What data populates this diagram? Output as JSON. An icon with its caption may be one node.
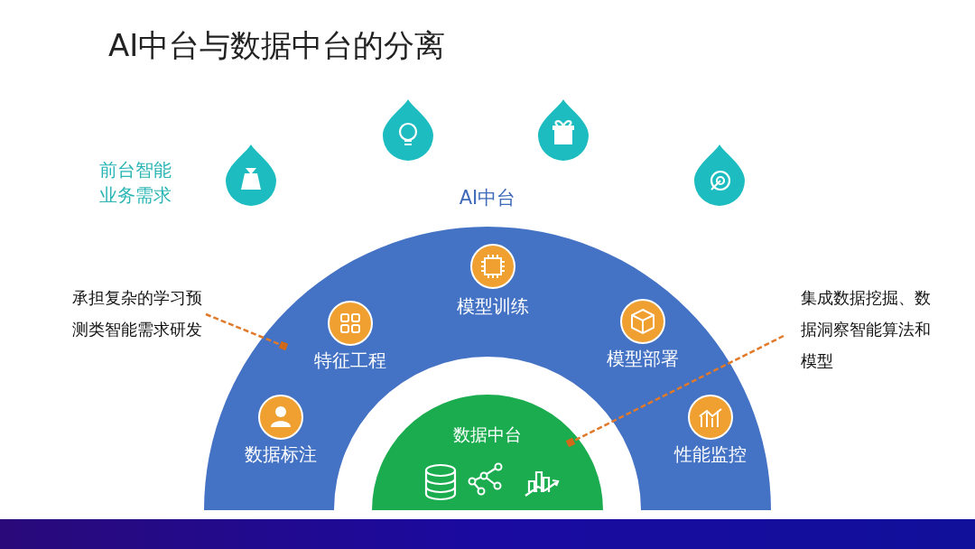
{
  "diagram": {
    "title": "AI中台与数据中台的分离",
    "nodes": [
      {
        "text": [
          "AI中台"
        ]
      },
      {
        "text": [
          "数据标注"
        ],
        "in": 0
      },
      {
        "text": [
          "特征工程"
        ],
        "in": 0
      },
      {
        "text": [
          "模型训练"
        ],
        "in": 0
      },
      {
        "text": [
          "模型部署"
        ],
        "in": 0
      },
      {
        "text": [
          "性能监控"
        ],
        "in": 0
      },
      {
        "text": [
          "数据中台"
        ]
      },
      {
        "text": [
          "承担复杂的学习预测类智能需求研发"
        ]
      },
      {
        "text": [
          "集成数据挖掘、数据洞察智能算法和模型"
        ]
      }
    ],
    "edges": [
      {
        "from": 7,
        "to": 0,
        "arrow": "other",
        "style": "dashed"
      },
      {
        "from": 8,
        "to": 6,
        "arrow": "other",
        "style": "dashed"
      }
    ],
    "labels": [
      "前台智能业务需求"
    ]
  }
}
